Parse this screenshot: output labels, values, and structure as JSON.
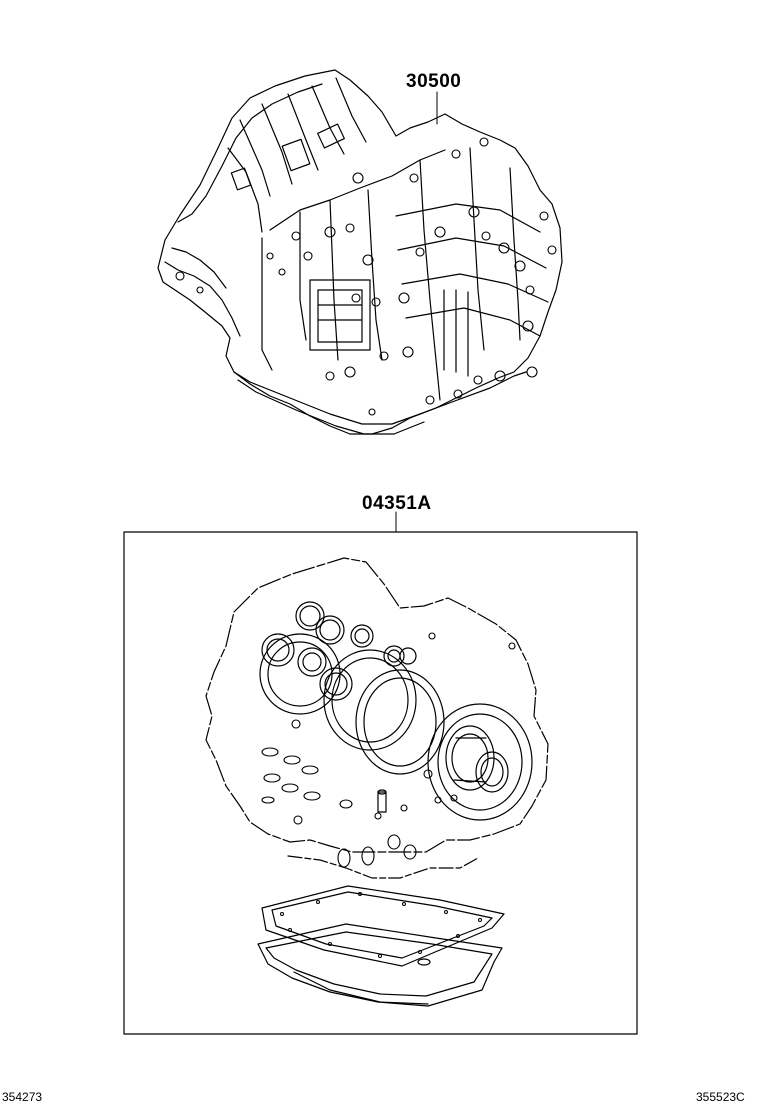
{
  "diagram": {
    "parts": [
      {
        "id": "transaxle-assembly",
        "number": "30500"
      },
      {
        "id": "overhaul-gasket-kit",
        "number": "04351A"
      }
    ],
    "footer": {
      "left_code": "354273",
      "right_code": "355523C"
    }
  }
}
